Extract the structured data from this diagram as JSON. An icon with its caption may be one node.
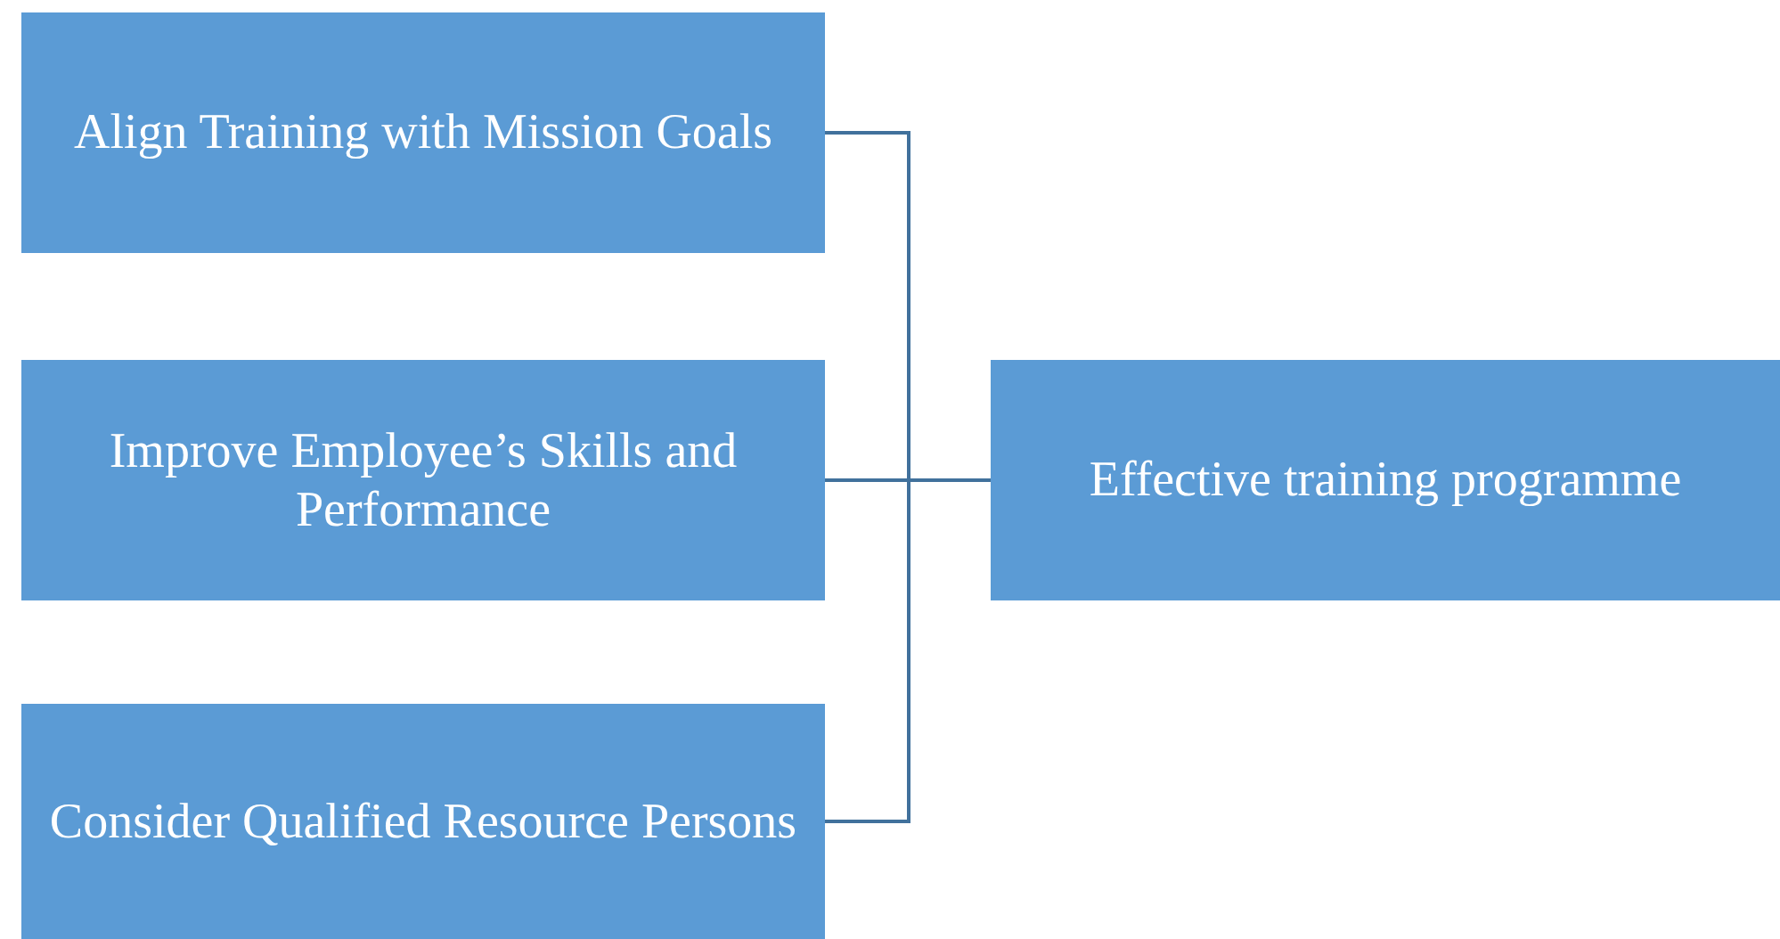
{
  "diagram": {
    "nodes": [
      {
        "text": [
          "Align Training with Mission Goals"
        ]
      },
      {
        "text": [
          "Improve Employee’s Skills and Performance"
        ]
      },
      {
        "text": [
          "Consider Qualified Resource Persons"
        ]
      },
      {
        "text": [
          "Effective training programme"
        ]
      }
    ],
    "edges": [
      {
        "from": 0,
        "to": 3,
        "arrow": "none"
      },
      {
        "from": 1,
        "to": 3,
        "arrow": "none"
      },
      {
        "from": 2,
        "to": 3,
        "arrow": "none"
      }
    ]
  }
}
